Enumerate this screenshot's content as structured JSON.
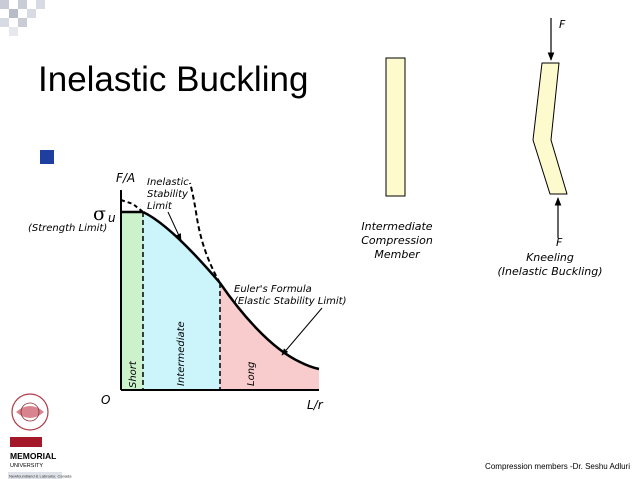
{
  "slide": {
    "title": "Inelastic Buckling",
    "footer": "Compression members -Dr. Seshu Adluri"
  },
  "figure": {
    "y_axis_label": "F/A",
    "sigma_symbol": "σ",
    "sigma_sub": "u",
    "strength_limit": "(Strength Limit)",
    "inelastic_label": [
      "Inelastic",
      "Stability",
      "Limit"
    ],
    "euler_label": [
      "Euler's Formula",
      "(Elastic Stability Limit)"
    ],
    "origin": "O",
    "x_axis_label": "L/r",
    "region_labels": [
      "Short",
      "Intermediate",
      "Long"
    ],
    "intermediate_member_label": [
      "Intermediate",
      "Compression",
      "Member"
    ],
    "force_label": "F",
    "kneeling_label": [
      "Kneeling",
      "(Inelastic Buckling)"
    ]
  },
  "logo": {
    "name": "MEMORIAL",
    "sub": "UNIVERSITY",
    "tagline": "Newfoundland & Labrador, Canada"
  },
  "colors": {
    "bullet": "#1f3fa0",
    "short_region": "#ccf2cc",
    "intermediate_region": "#ccf4fb",
    "long_region": "#f8cccc",
    "member_fill": "#fdfacd",
    "logo_red": "#a5182a",
    "checker": "#b8bcc8"
  }
}
